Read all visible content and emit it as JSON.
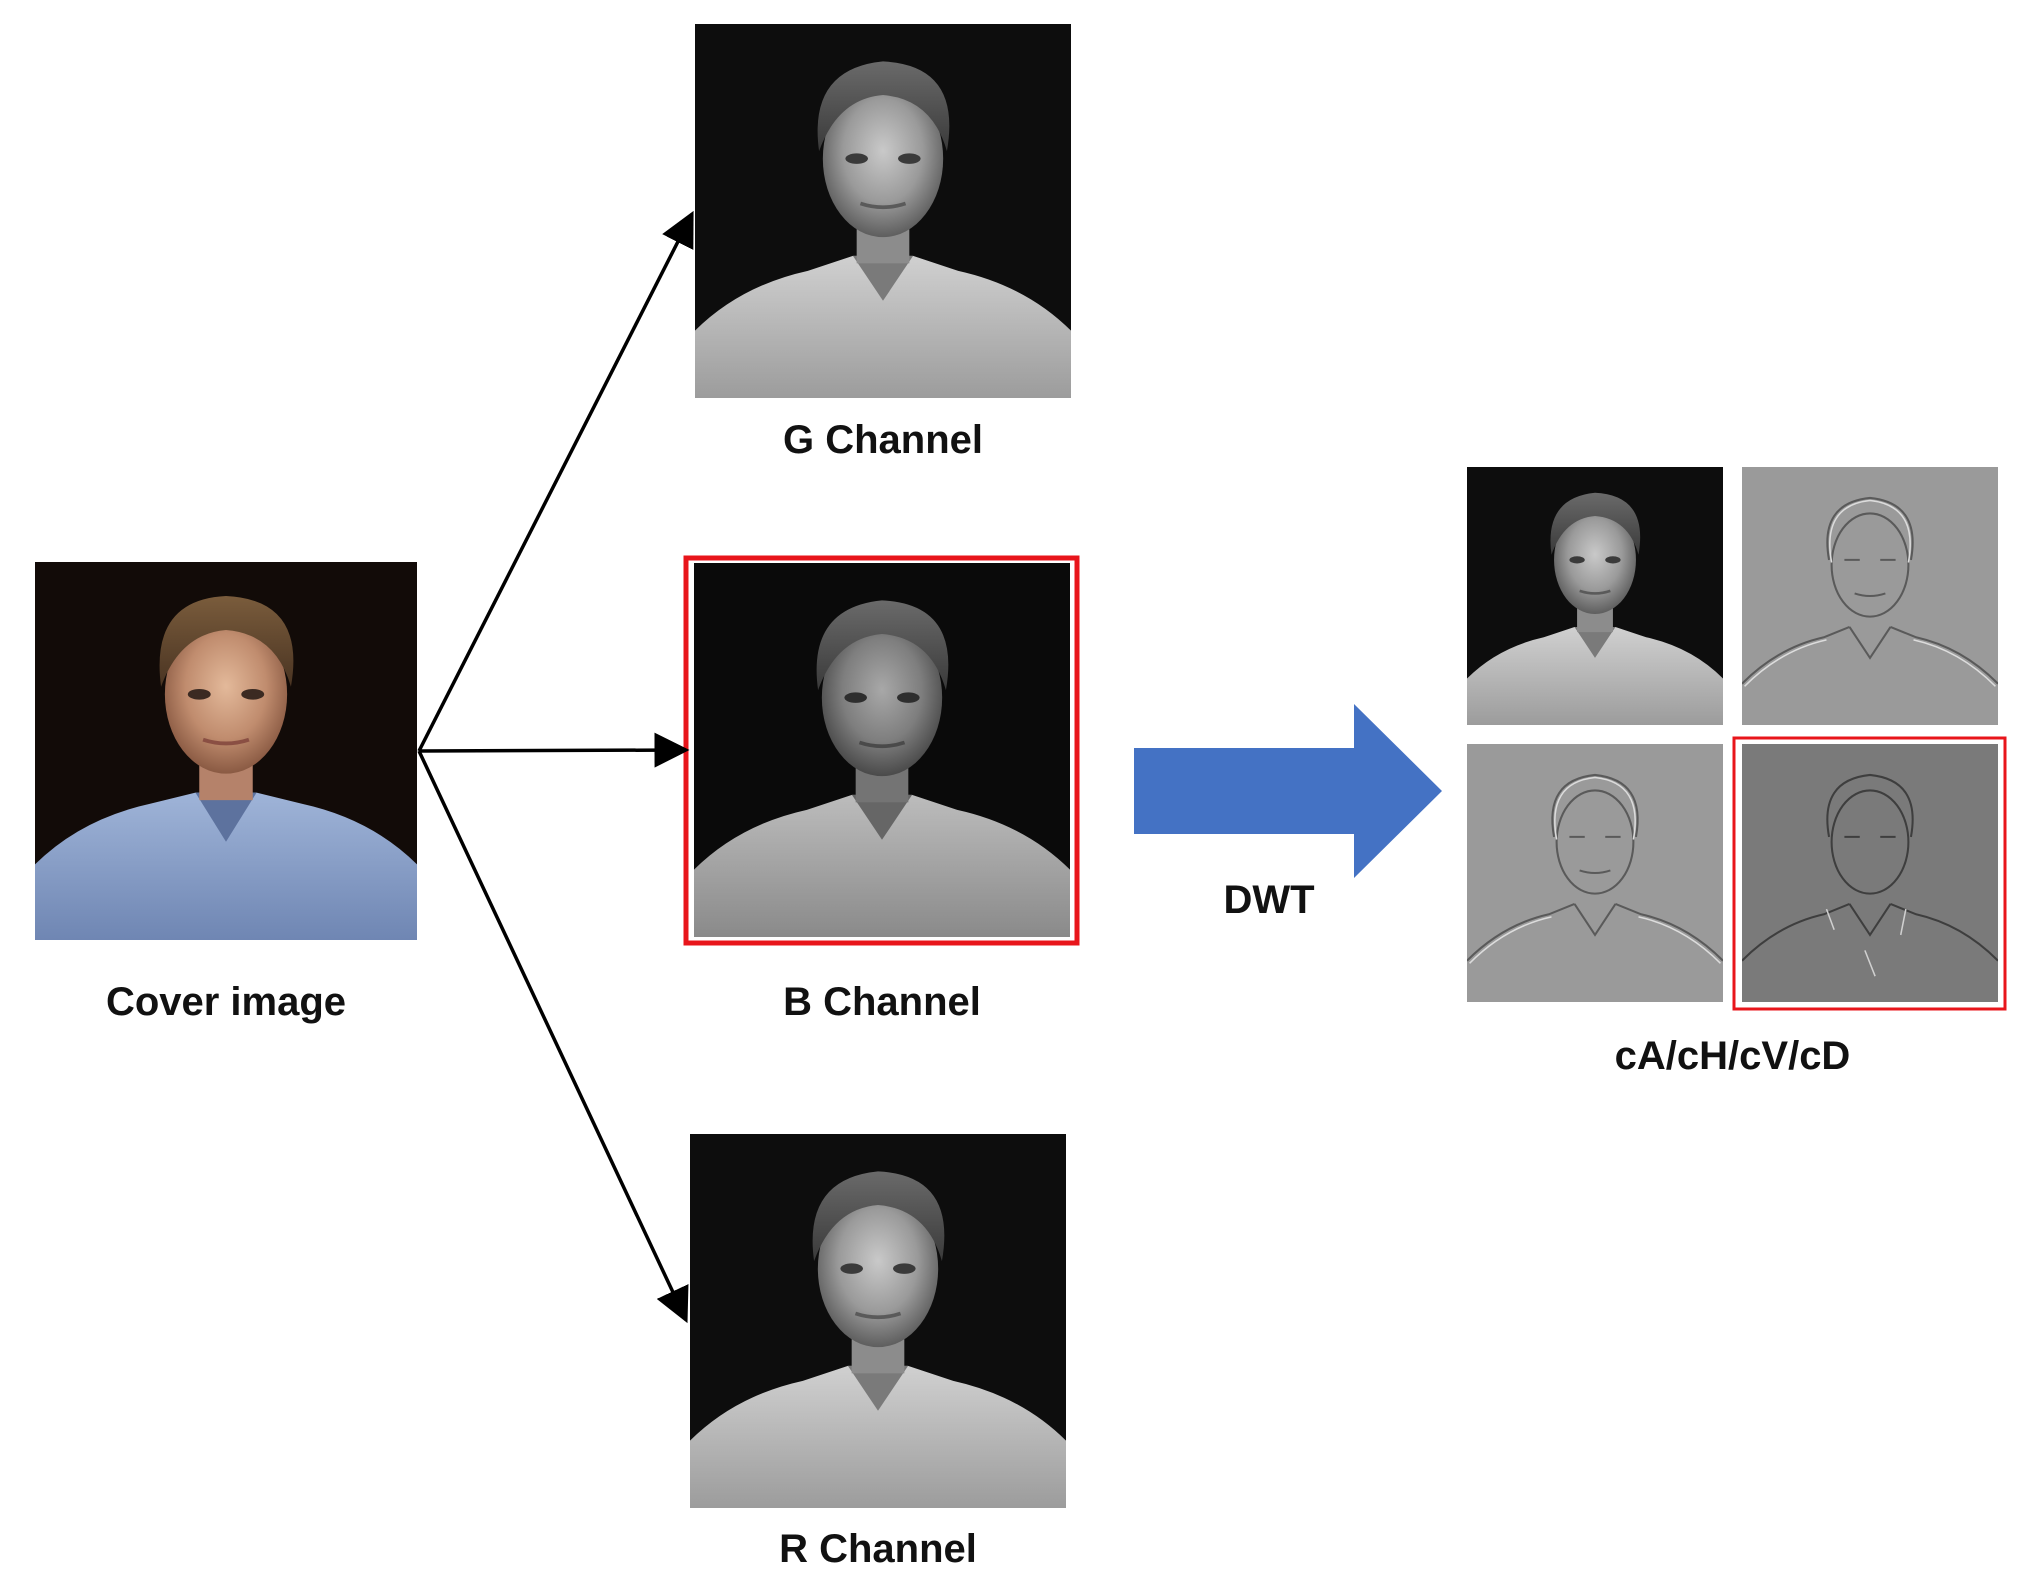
{
  "labels": {
    "cover": "Cover image",
    "g_channel": "G Channel",
    "b_channel": "B Channel",
    "r_channel": "R Channel",
    "dwt": "DWT",
    "subbands": "cA/cH/cV/cD"
  },
  "colors": {
    "highlight": "#e8151b",
    "dwt_arrow": "#4472c4",
    "flow_arrow": "#000000",
    "background": "#ffffff"
  },
  "highlighted": [
    "b_channel",
    "cD"
  ]
}
